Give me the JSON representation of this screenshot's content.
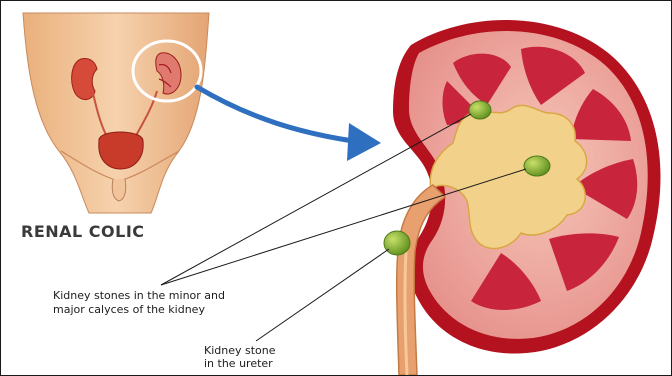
{
  "diagram": {
    "title": "RENAL COLIC",
    "callout_calyces": {
      "line1": "Kidney stones in the minor and",
      "line2": "major calyces of the kidney"
    },
    "callout_ureter": {
      "line1": "Kidney stone",
      "line2": "in the ureter"
    },
    "colors": {
      "skin": "#f3c9a0",
      "cortex": "#e9a19a",
      "medulla": "#c8243b",
      "pelvis": "#f2d28a",
      "stone": "#8fbf3a",
      "arrow": "#2f6fc0",
      "capsule": "#b3121e"
    }
  }
}
